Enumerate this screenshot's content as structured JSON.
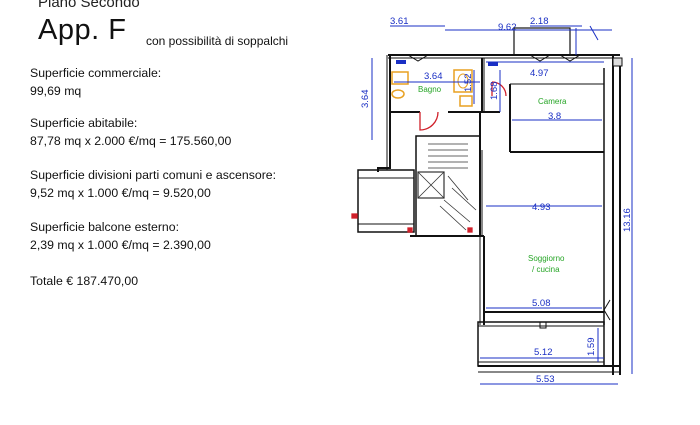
{
  "header": {
    "floor": "Piano Secondo",
    "apartment": "App. F",
    "subtitle": "con possibilità di soppalchi"
  },
  "summary": {
    "commercial": {
      "label": "Superficie commerciale:",
      "value": "99,69 mq"
    },
    "living": {
      "label": "Superficie abitabile:",
      "value": "87,78 mq x 2.000 €/mq = 175.560,00"
    },
    "common": {
      "label": "Superficie divisioni parti comuni e ascensore:",
      "value": "9,52 mq x 1.000 €/mq = 9.520,00"
    },
    "balcony": {
      "label": "Superficie balcone esterno:",
      "value": "2,39 mq x 1.000 €/mq = 2.390,00"
    },
    "total": "Totale € 187.470,00"
  },
  "plan": {
    "dimensions": {
      "top_left": "3.61",
      "top_mid": "9.62",
      "top_right": "2.18",
      "bath_width": "3.64",
      "bath_height": "3.64",
      "bath_small": "1.68",
      "bath_small2": "1.52",
      "bedroom_top": "4.97",
      "bedroom_mid": "3.8",
      "living_top": "4.93",
      "living_bottom": "5.08",
      "balcony_width": "5.12",
      "balcony_depth": "1.59",
      "bottom": "5.53",
      "right_total": "13.16"
    },
    "rooms": {
      "bath": "Bagno",
      "bedroom": "Camera",
      "living_line1": "Soggiorno",
      "living_line2": "/ cucina"
    }
  },
  "colors": {
    "dimension": "#1a2fc4",
    "room_label": "#26a526",
    "door": "#d0202a",
    "fixture": "#e8a020"
  }
}
